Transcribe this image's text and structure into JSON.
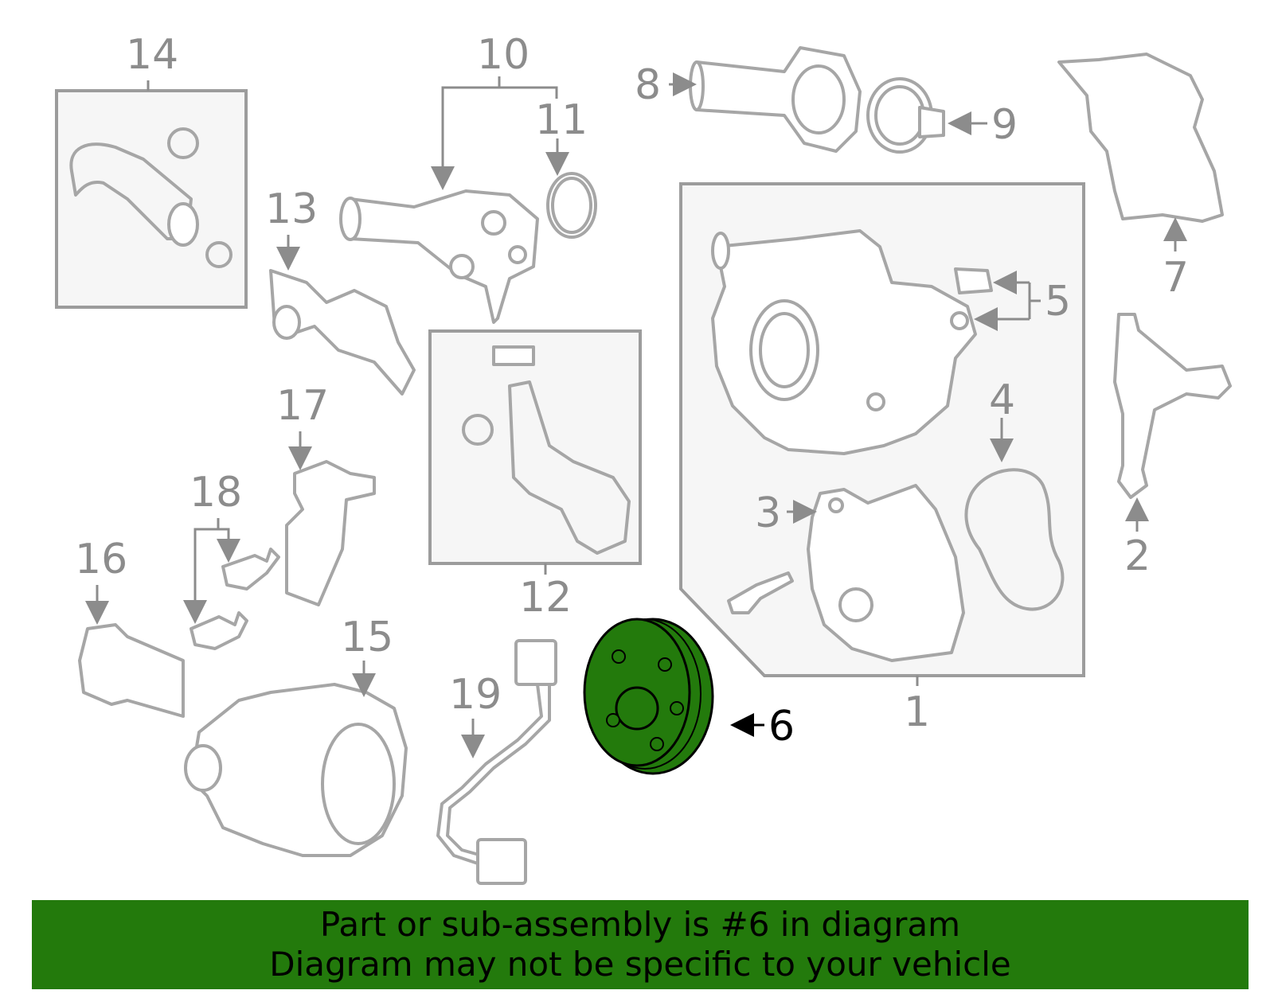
{
  "callouts": {
    "c1": "1",
    "c2": "2",
    "c3": "3",
    "c4": "4",
    "c5": "5",
    "c6": "6",
    "c7": "7",
    "c8": "8",
    "c9": "9",
    "c10": "10",
    "c11": "11",
    "c12": "12",
    "c13": "13",
    "c14": "14",
    "c15": "15",
    "c16": "16",
    "c17": "17",
    "c18": "18",
    "c19": "19"
  },
  "highlight": {
    "part": "6",
    "color": "#237a0c"
  },
  "banner": {
    "line1": "Part or sub-assembly is #6 in diagram",
    "line2": "Diagram may not be specific to your vehicle",
    "background": "#237a0c"
  }
}
